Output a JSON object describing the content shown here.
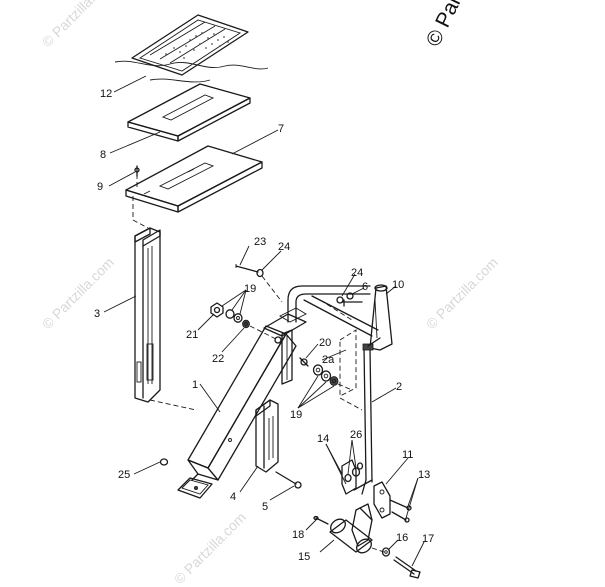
{
  "copyright": "© Partzilla",
  "watermark": "© Partzilla.com",
  "callouts": [
    {
      "id": "c12",
      "text": "12"
    },
    {
      "id": "c8",
      "text": "8"
    },
    {
      "id": "c7",
      "text": "7"
    },
    {
      "id": "c9",
      "text": "9"
    },
    {
      "id": "c3",
      "text": "3"
    },
    {
      "id": "c23",
      "text": "23"
    },
    {
      "id": "c24a",
      "text": "24"
    },
    {
      "id": "c19a",
      "text": "19"
    },
    {
      "id": "c21",
      "text": "21"
    },
    {
      "id": "c22",
      "text": "22"
    },
    {
      "id": "c24b",
      "text": "24"
    },
    {
      "id": "c6",
      "text": "6"
    },
    {
      "id": "c10",
      "text": "10"
    },
    {
      "id": "c20",
      "text": "20"
    },
    {
      "id": "c2a",
      "text": "2a"
    },
    {
      "id": "c2",
      "text": "2"
    },
    {
      "id": "c1",
      "text": "1"
    },
    {
      "id": "c19b",
      "text": "19"
    },
    {
      "id": "c14",
      "text": "14"
    },
    {
      "id": "c26",
      "text": "26"
    },
    {
      "id": "c11",
      "text": "11"
    },
    {
      "id": "c13",
      "text": "13"
    },
    {
      "id": "c25",
      "text": "25"
    },
    {
      "id": "c4",
      "text": "4"
    },
    {
      "id": "c5",
      "text": "5"
    },
    {
      "id": "c18",
      "text": "18"
    },
    {
      "id": "c16",
      "text": "16"
    },
    {
      "id": "c17",
      "text": "17"
    },
    {
      "id": "c15",
      "text": "15"
    }
  ]
}
